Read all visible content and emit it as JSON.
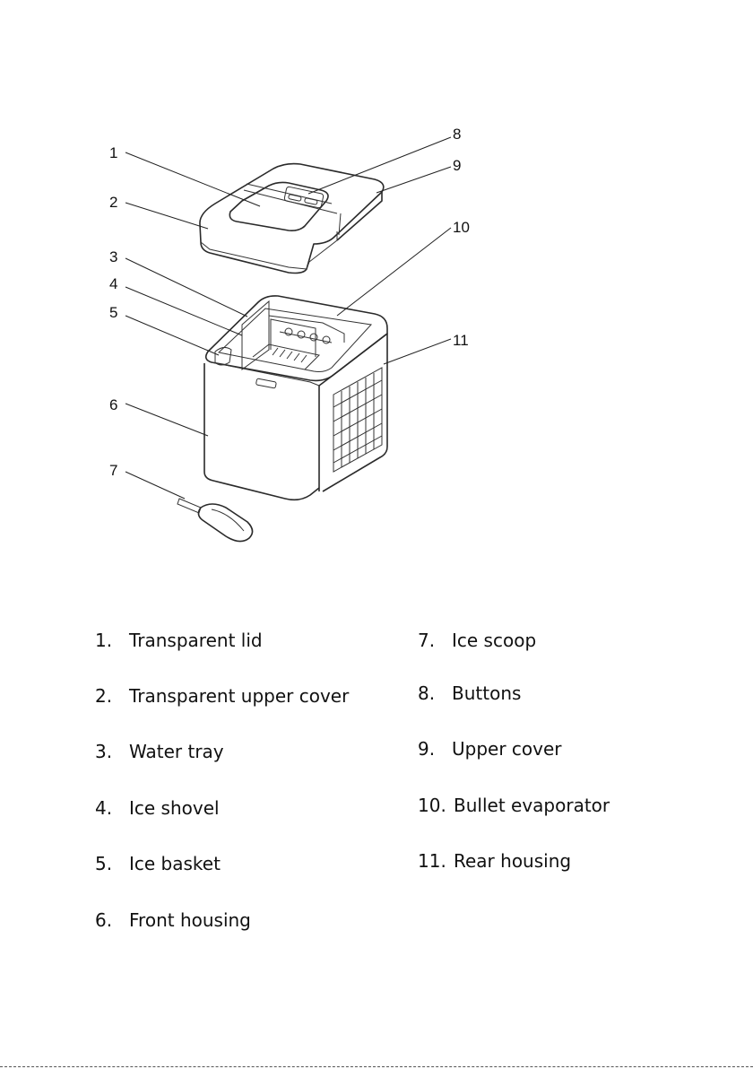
{
  "callouts": [
    "1",
    "2",
    "3",
    "4",
    "5",
    "6",
    "7",
    "8",
    "9",
    "10",
    "11"
  ],
  "legend": [
    {
      "num": "1.",
      "text": "Transparent lid"
    },
    {
      "num": "2.",
      "text": "Transparent upper cover"
    },
    {
      "num": "3.",
      "text": "Water tray"
    },
    {
      "num": "4.",
      "text": "Ice shovel"
    },
    {
      "num": "5.",
      "text": "Ice basket"
    },
    {
      "num": "6.",
      "text": "Front housing"
    },
    {
      "num": "7.",
      "text": "Ice scoop"
    },
    {
      "num": "8.",
      "text": "Buttons"
    },
    {
      "num": "9.",
      "text": "Upper cover"
    },
    {
      "num": "10.",
      "text": "Bullet evaporator"
    },
    {
      "num": "11.",
      "text": "Rear housing"
    }
  ]
}
